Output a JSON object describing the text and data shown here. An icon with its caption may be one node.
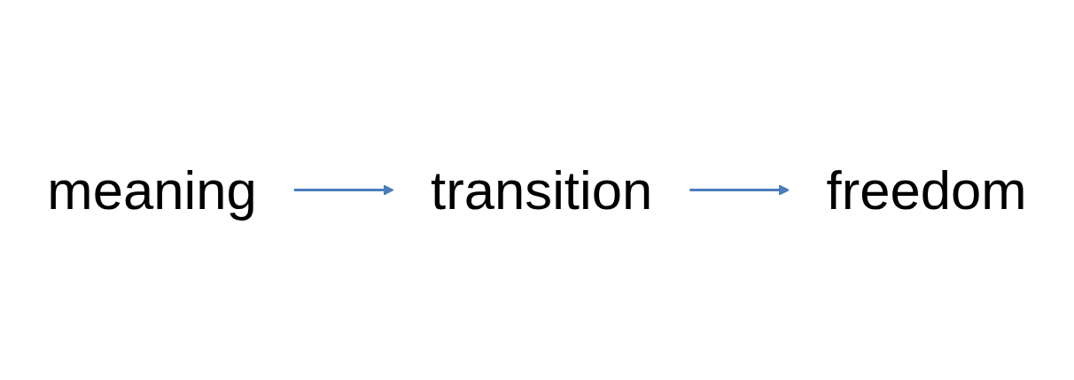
{
  "diagram": {
    "nodes": [
      {
        "text": [
          "meaning"
        ]
      },
      {
        "text": [
          "transition"
        ]
      },
      {
        "text": [
          "freedom"
        ]
      }
    ],
    "edges": [
      {
        "from": 0,
        "to": 1,
        "arrow": "to"
      },
      {
        "from": 1,
        "to": 2,
        "arrow": "to"
      }
    ]
  }
}
